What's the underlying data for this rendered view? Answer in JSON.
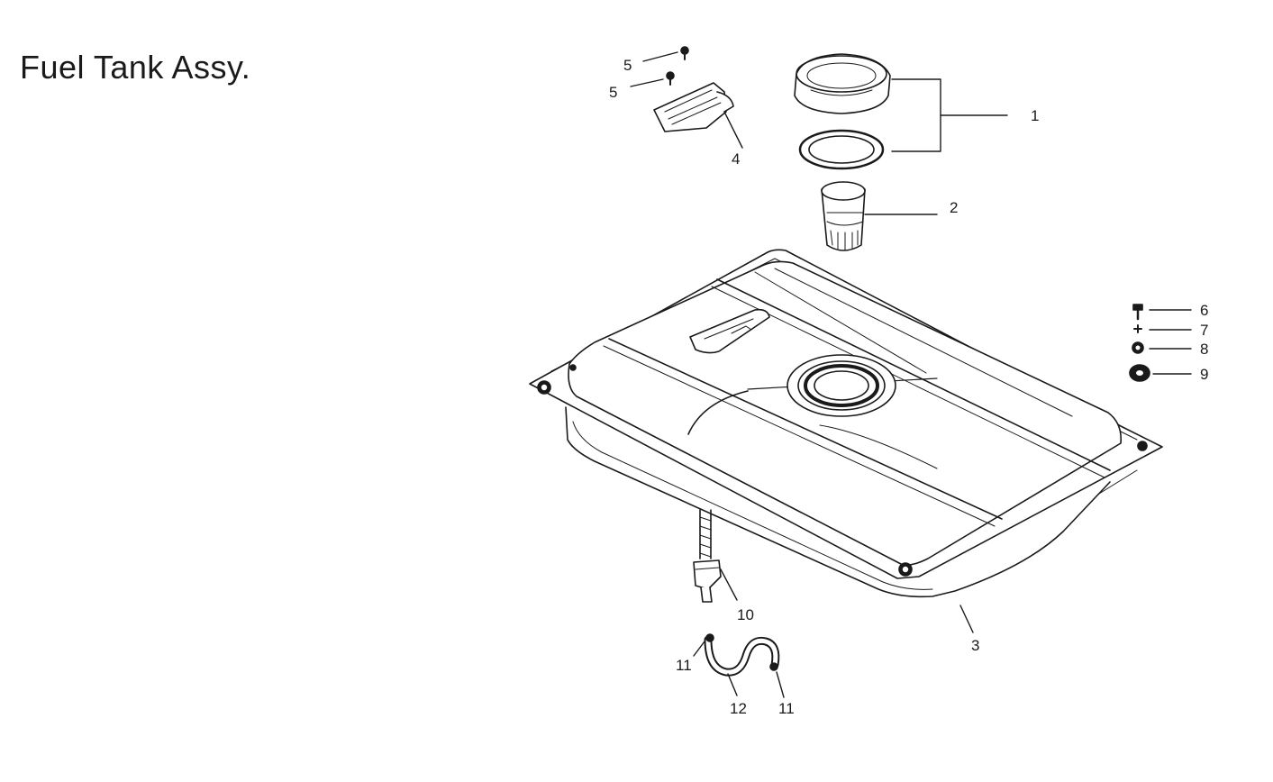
{
  "title": "Fuel Tank Assy.",
  "callouts": {
    "c1": "1",
    "c2": "2",
    "c3": "3",
    "c4": "4",
    "c5a": "5",
    "c5b": "5",
    "c6": "6",
    "c7": "7",
    "c8": "8",
    "c9": "9",
    "c10": "10",
    "c11a": "11",
    "c11b": "11",
    "c12": "12"
  },
  "colors": {
    "line": "#1a1a1a",
    "background": "#ffffff"
  }
}
